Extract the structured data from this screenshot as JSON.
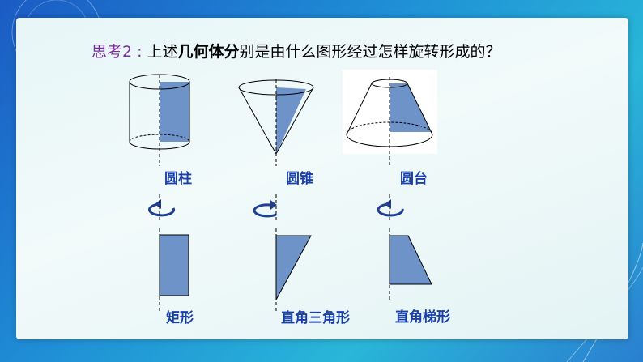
{
  "heading": {
    "prefix": "思考2",
    "colon": ":",
    "text_part1": "上述",
    "text_part2": "几何体分",
    "text_part3": "别是由什么图形经过怎样旋转形成的？"
  },
  "solids": [
    {
      "name": "圆柱",
      "shape": "cylinder"
    },
    {
      "name": "圆锥",
      "shape": "cone"
    },
    {
      "name": "圆台",
      "shape": "frustum"
    }
  ],
  "plane_figures": [
    {
      "name": "矩形",
      "shape": "rectangle"
    },
    {
      "name": "直角三角形",
      "shape": "right-triangle"
    },
    {
      "name": "直角梯形",
      "shape": "right-trapezoid"
    }
  ],
  "icons": {
    "rotation": "rotation-arrow-icon"
  },
  "colors": {
    "fill": "#6d93c9",
    "label": "#1a3fa8",
    "heading_prefix": "#7a2d9a",
    "arrow": "#1f3f95"
  }
}
